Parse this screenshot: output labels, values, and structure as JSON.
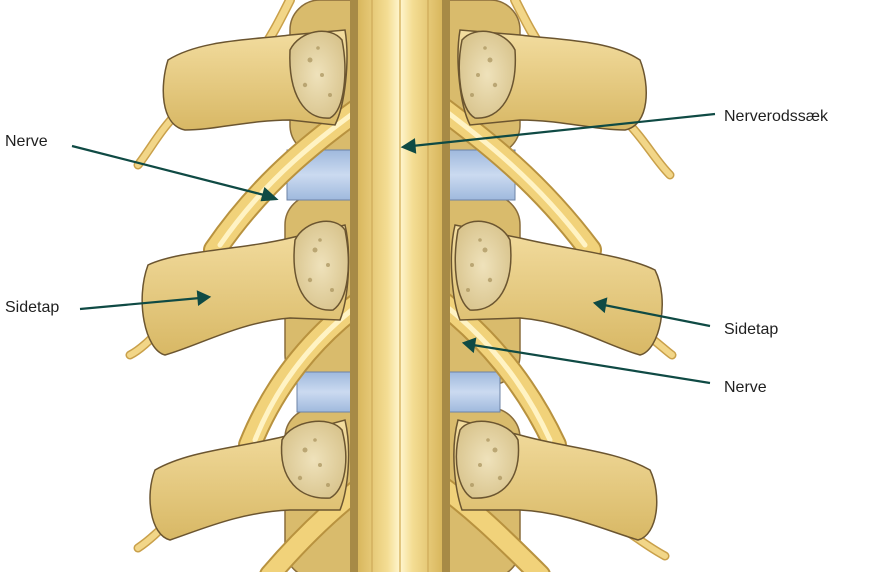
{
  "labels": {
    "nerve_left": "Nerve",
    "root_sac": "Nerverodssæk",
    "transverse_left": "Sidetap",
    "transverse_right": "Sidetap",
    "nerve_right": "Nerve"
  },
  "colors": {
    "bone": "#eed490",
    "bone_shade": "#c9a656",
    "bone_outline": "#6b5530",
    "spongy": "#e6d7ac",
    "nerve": "#f1d27a",
    "nerve_highlight": "#fff6cf",
    "disc": "#b8cde8",
    "leader": "#0f4a44"
  }
}
